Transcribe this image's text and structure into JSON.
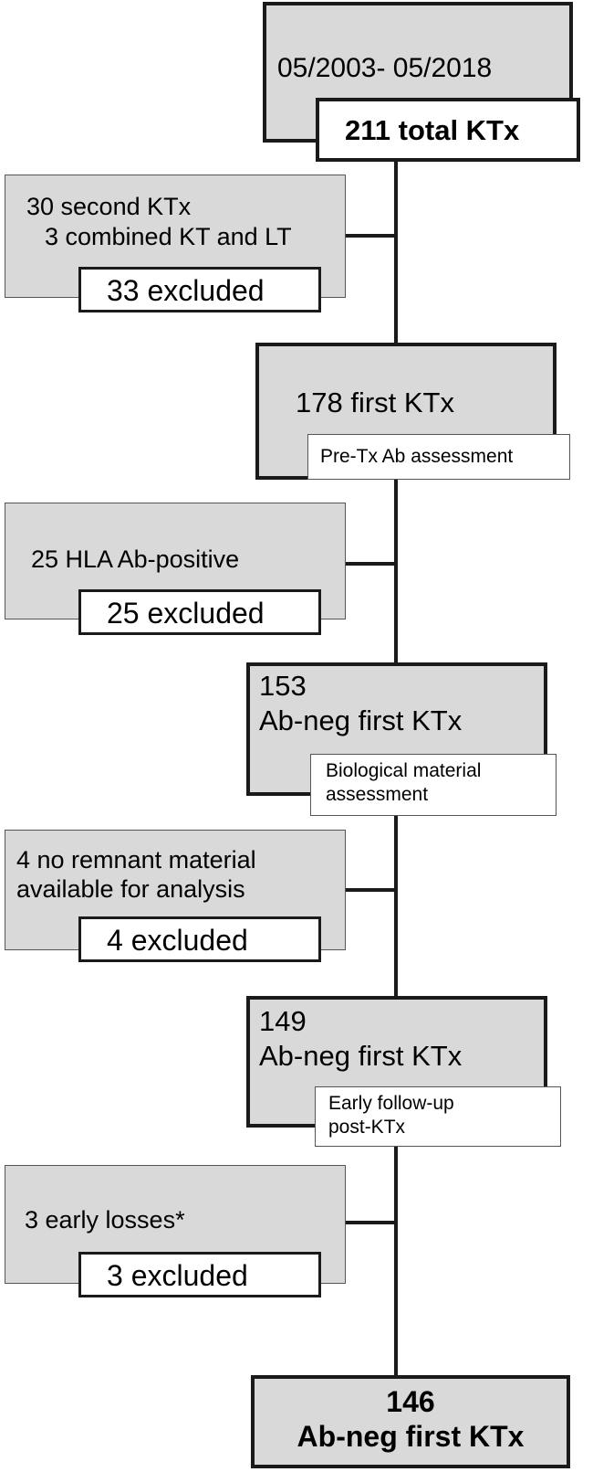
{
  "nodes": {
    "start_period": "05/2003- 05/2018",
    "start_total": "211 total KTx",
    "excl1_reason_line1": "30 second KTx",
    "excl1_reason_line2": "3 combined KT and LT",
    "excl1_count": "33 excluded",
    "step2_main": "178 first KTx",
    "step2_tag": "Pre-Tx Ab assessment",
    "excl2_reason": "25 HLA Ab-positive",
    "excl2_count": "25 excluded",
    "step3_line1": "153",
    "step3_line2": "Ab-neg first KTx",
    "step3_tag_line1": "Biological material",
    "step3_tag_line2": "assessment",
    "excl3_reason_line1": "4 no remnant material",
    "excl3_reason_line2": "available for analysis",
    "excl3_count": "4 excluded",
    "step4_line1": "149",
    "step4_line2": "Ab-neg first KTx",
    "step4_tag_line1": "Early follow-up",
    "step4_tag_line2": "post-KTx",
    "excl4_reason": "3 early losses*",
    "excl4_count": "3 excluded",
    "final_line1": "146",
    "final_line2": "Ab-neg first KTx"
  }
}
